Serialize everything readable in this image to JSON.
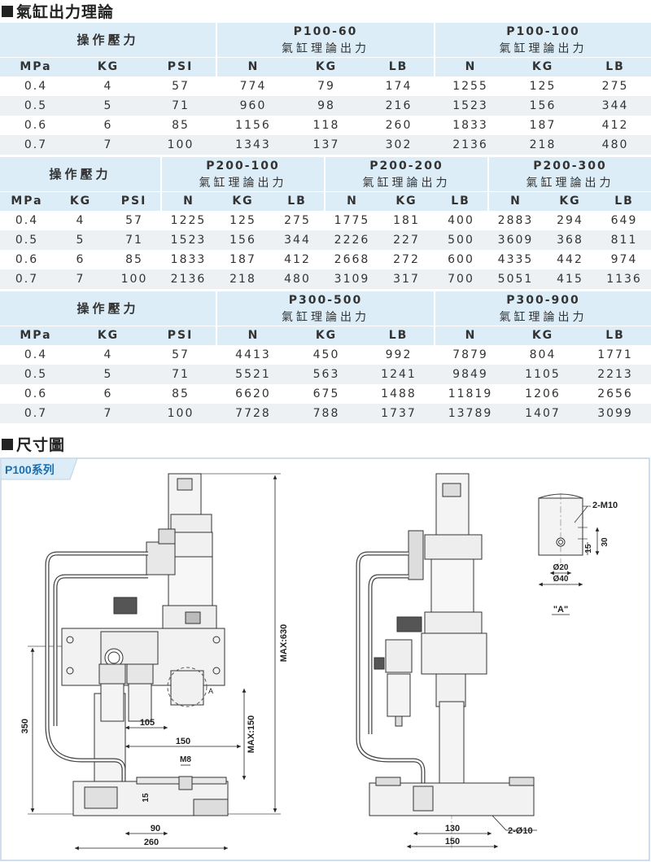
{
  "titles": {
    "theory": "氣缸出力理論",
    "dimensions": "尺寸圖"
  },
  "table1": {
    "op_label": "操作壓力",
    "models": [
      "P100-60",
      "P100-100"
    ],
    "sub_label": "氣缸理論出力",
    "units": [
      "MPa",
      "KG",
      "PSI",
      "N",
      "KG",
      "LB",
      "N",
      "KG",
      "LB"
    ],
    "rows": [
      [
        "0.4",
        "4",
        "57",
        "774",
        "79",
        "174",
        "1255",
        "125",
        "275"
      ],
      [
        "0.5",
        "5",
        "71",
        "960",
        "98",
        "216",
        "1523",
        "156",
        "344"
      ],
      [
        "0.6",
        "6",
        "85",
        "1156",
        "118",
        "260",
        "1833",
        "187",
        "412"
      ],
      [
        "0.7",
        "7",
        "100",
        "1343",
        "137",
        "302",
        "2136",
        "218",
        "480"
      ]
    ]
  },
  "table2": {
    "op_label": "操作壓力",
    "models": [
      "P200-100",
      "P200-200",
      "P200-300"
    ],
    "sub_label": "氣缸理論出力",
    "units": [
      "MPa",
      "KG",
      "PSI",
      "N",
      "KG",
      "LB",
      "N",
      "KG",
      "LB",
      "N",
      "KG",
      "LB"
    ],
    "rows": [
      [
        "0.4",
        "4",
        "57",
        "1225",
        "125",
        "275",
        "1775",
        "181",
        "400",
        "2883",
        "294",
        "649"
      ],
      [
        "0.5",
        "5",
        "71",
        "1523",
        "156",
        "344",
        "2226",
        "227",
        "500",
        "3609",
        "368",
        "811"
      ],
      [
        "0.6",
        "6",
        "85",
        "1833",
        "187",
        "412",
        "2668",
        "272",
        "600",
        "4335",
        "442",
        "974"
      ],
      [
        "0.7",
        "7",
        "100",
        "2136",
        "218",
        "480",
        "3109",
        "317",
        "700",
        "5051",
        "415",
        "1136"
      ]
    ]
  },
  "table3": {
    "op_label": "操作壓力",
    "models": [
      "P300-500",
      "P300-900"
    ],
    "sub_label": "氣缸理論出力",
    "units": [
      "MPa",
      "KG",
      "PSI",
      "N",
      "KG",
      "LB",
      "N",
      "KG",
      "LB"
    ],
    "rows": [
      [
        "0.4",
        "4",
        "57",
        "4413",
        "450",
        "992",
        "7879",
        "804",
        "1771"
      ],
      [
        "0.5",
        "5",
        "71",
        "5521",
        "563",
        "1241",
        "9849",
        "1105",
        "2213"
      ],
      [
        "0.6",
        "6",
        "85",
        "6620",
        "675",
        "1488",
        "11819",
        "1206",
        "2656"
      ],
      [
        "0.7",
        "7",
        "100",
        "7728",
        "788",
        "1737",
        "13789",
        "1407",
        "3099"
      ]
    ]
  },
  "drawing": {
    "series_label": "P100系列",
    "dims_left": {
      "max630": "MAX:630",
      "h350": "350",
      "w105": "105",
      "max150": "MAX:150",
      "w150": "150",
      "m8": "M8",
      "h15": "15",
      "w90": "90",
      "w260": "260",
      "detail_ref": "A"
    },
    "dims_right": {
      "w130": "130",
      "w150": "150",
      "holes": "2-Ø10"
    },
    "detail": {
      "thread": "2-M10",
      "h15": "15",
      "h30": "30",
      "d20": "Ø20",
      "d40": "Ø40",
      "label": "\"A\""
    }
  },
  "colors": {
    "header_bg": "#dcedf7",
    "alt_row": "#eef1f3",
    "accent": "#1a6fb0"
  }
}
